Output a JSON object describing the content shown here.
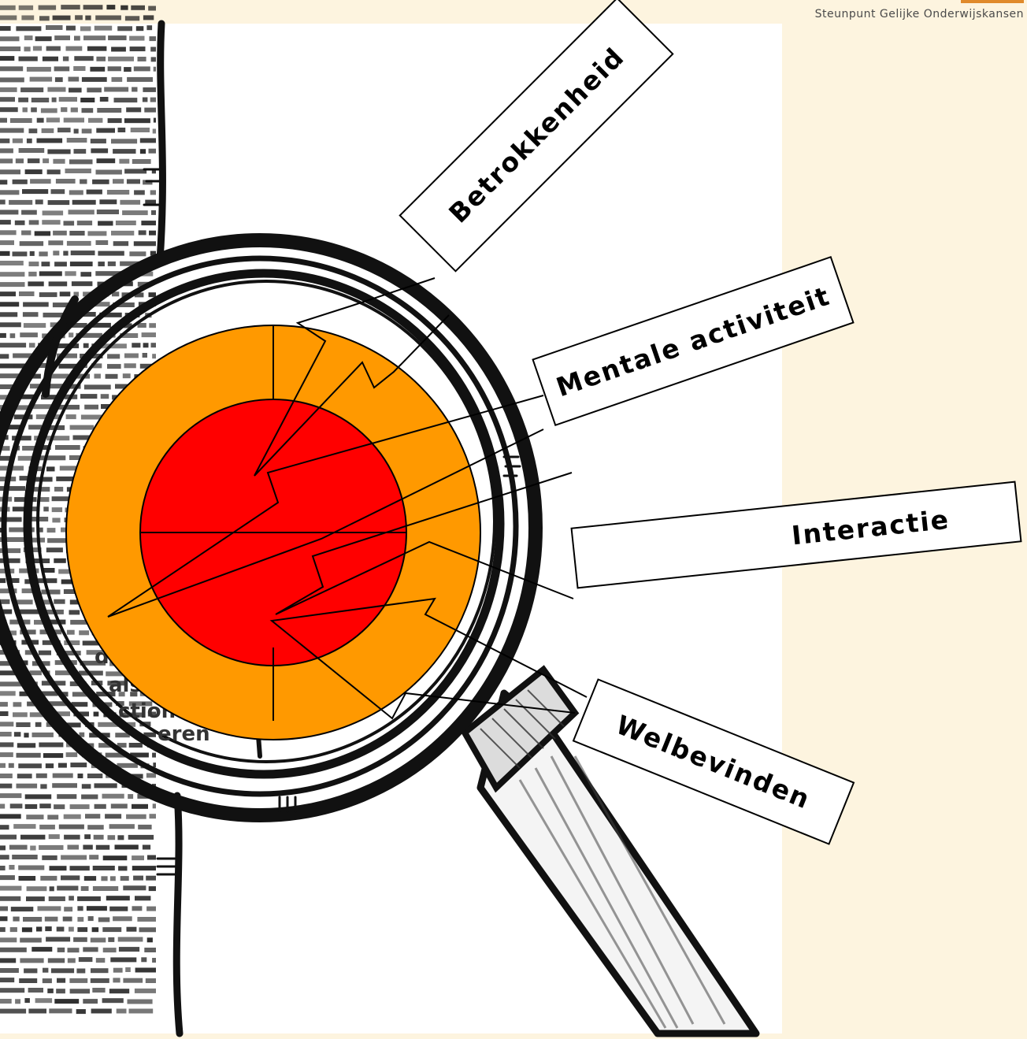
{
  "header": {
    "org_name": "Steunpunt Gelijke Onderwijskansen"
  },
  "diagram": {
    "labels": {
      "betrokkenheid": "Betrokkenheid",
      "mentale_activiteit": "Mentale activiteit",
      "interactie": "Interactie",
      "welbevinden": "Welbevinden"
    },
    "background_fragments": {
      "f1": "der",
      "f2": "alsen",
      "f3": "ctionen",
      "f4": "eren"
    },
    "colors": {
      "outer_ring": "#ff9900",
      "inner_circle": "#ff0000",
      "page_bg": "#fdf4df",
      "logo_accent": "#e08a2b"
    }
  }
}
